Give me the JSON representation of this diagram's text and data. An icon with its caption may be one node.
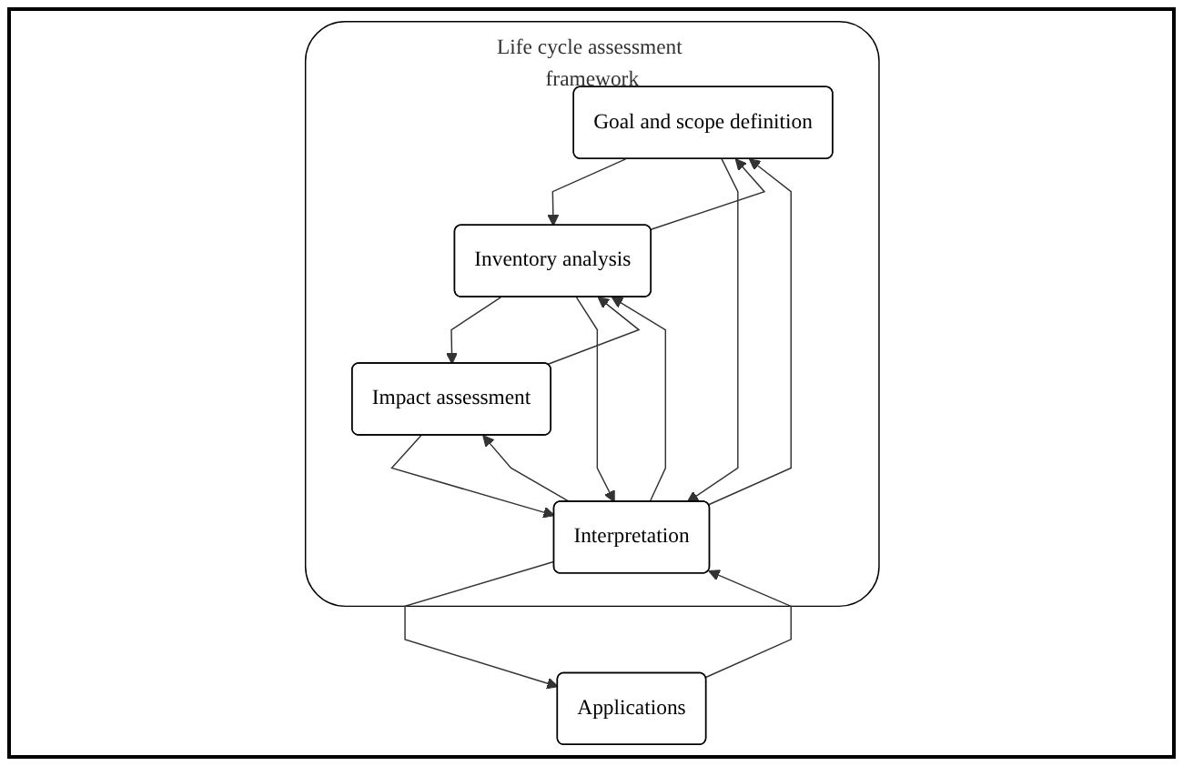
{
  "diagram": {
    "nodes": [
      {
        "text": [
          "Life cycle assessment framework"
        ]
      },
      {
        "text": [
          "Goal and scope definition"
        ],
        "in": 0
      },
      {
        "text": [
          "Inventory analysis"
        ],
        "in": 0
      },
      {
        "text": [
          "Impact assessment"
        ],
        "in": 0
      },
      {
        "text": [
          "Interpretation"
        ],
        "in": 0
      },
      {
        "text": [
          "Applications"
        ]
      }
    ],
    "edges": [
      {
        "from": 1,
        "to": 2,
        "arrow": "to"
      },
      {
        "from": 2,
        "to": 1,
        "arrow": "to"
      },
      {
        "from": 2,
        "to": 3,
        "arrow": "to"
      },
      {
        "from": 3,
        "to": 2,
        "arrow": "to"
      },
      {
        "from": 1,
        "to": 4,
        "arrow": "to"
      },
      {
        "from": 4,
        "to": 1,
        "arrow": "to"
      },
      {
        "from": 2,
        "to": 4,
        "arrow": "to"
      },
      {
        "from": 4,
        "to": 2,
        "arrow": "to"
      },
      {
        "from": 3,
        "to": 4,
        "arrow": "to"
      },
      {
        "from": 4,
        "to": 3,
        "arrow": "to"
      },
      {
        "from": 4,
        "to": 5,
        "arrow": "to"
      },
      {
        "from": 5,
        "to": 4,
        "arrow": "to"
      }
    ]
  }
}
